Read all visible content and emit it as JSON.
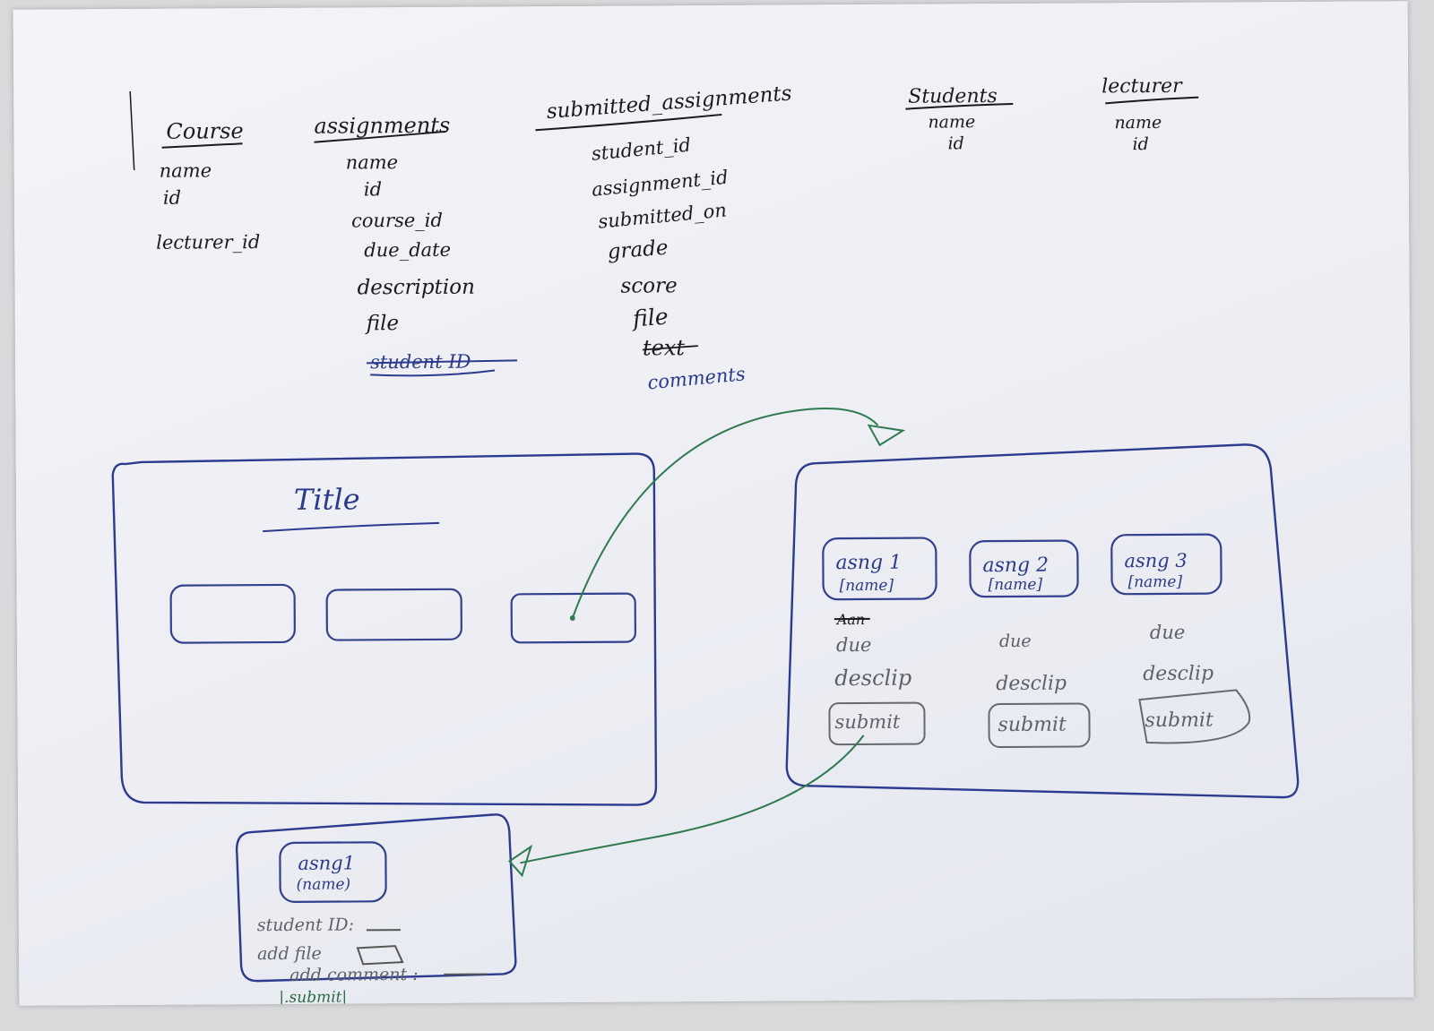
{
  "tables": {
    "course": {
      "title": "Course",
      "fields": [
        "name",
        "id",
        "lecturer_id"
      ]
    },
    "assignments": {
      "title": "assignments",
      "fields": [
        "name",
        "id",
        "course_id",
        "due_date",
        "description",
        "file"
      ],
      "extra": "student ID"
    },
    "submitted": {
      "title": "submitted_assignments",
      "fields": [
        "student_id",
        "assignment_id",
        "submitted_on",
        "grade",
        "score",
        "file",
        "text"
      ],
      "extra": "comments"
    },
    "students": {
      "title": "Students",
      "fields": [
        "name",
        "id"
      ]
    },
    "lecturer": {
      "title": "lecturer",
      "fields": [
        "name",
        "id"
      ]
    }
  },
  "course_screen": {
    "title": "Title"
  },
  "assignments_screen": {
    "cards": [
      {
        "label": "asng 1",
        "sub": "[name]",
        "due": "due",
        "desc": "desclip",
        "submit": "submit"
      },
      {
        "label": "asng 2",
        "sub": "[name]",
        "due": "due",
        "desc": "desclip",
        "submit": "submit"
      },
      {
        "label": "asng 3",
        "sub": "[name]",
        "due": "due",
        "desc": "desclip",
        "submit": "submit"
      }
    ],
    "struck": "Aan"
  },
  "submit_screen": {
    "card_label": "asng1",
    "card_sub": "(name)",
    "student_id": "student ID:",
    "add_file": "add file",
    "add_comment": "add comment :",
    "submit": "|.submit|"
  },
  "colors": {
    "ink": "#1b1b1f",
    "blue": "#2c3a8f",
    "green": "#2f7a50",
    "paper": "#eef0f5"
  }
}
